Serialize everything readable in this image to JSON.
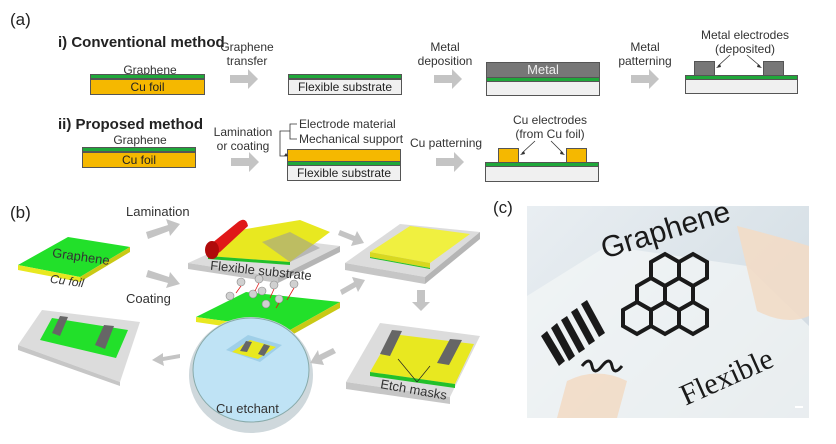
{
  "panels": {
    "a": "(a)",
    "b": "(b)",
    "c": "(c)"
  },
  "panel_a": {
    "conventional": {
      "title": "i) Conventional method",
      "graphene_label": "Graphene",
      "cu_foil": "Cu foil",
      "step1": [
        "Graphene",
        "transfer"
      ],
      "flexible_substrate": "Flexible substrate",
      "step2": [
        "Metal",
        "deposition"
      ],
      "metal": "Metal",
      "step3": [
        "Metal",
        "patterning"
      ],
      "electrodes": [
        "Metal electrodes",
        "(deposited)"
      ]
    },
    "proposed": {
      "title": "ii) Proposed method",
      "graphene_label": "Graphene",
      "cu_foil": "Cu foil",
      "step1": [
        "Lamination",
        "or coating"
      ],
      "roles": [
        "Electrode material",
        "Mechanical support"
      ],
      "flexible_substrate": "Flexible substrate",
      "step2": "Cu patterning",
      "electrodes": [
        "Cu electrodes",
        "(from Cu foil)"
      ]
    }
  },
  "panel_b": {
    "graphene": "Graphene",
    "cu_foil": "Cu foil",
    "lamination": "Lamination",
    "coating": "Coating",
    "flexible_substrate": "Flexible substrate",
    "etch_masks": "Etch masks",
    "cu_etchant": "Cu etchant"
  },
  "panel_c": {
    "photo_text_1": "Graphene",
    "photo_text_2": "Flexible"
  },
  "colors": {
    "graphene": "#1fa83a",
    "graphene_3d": "#22e02a",
    "cu_foil": "#f5b800",
    "cu_3d": "#e8e820",
    "substrate": "#f0f0f0",
    "metal": "#777777",
    "arrow": "#bdbdbd",
    "roller": "#e01818",
    "etchant": "#bfe3f5"
  }
}
